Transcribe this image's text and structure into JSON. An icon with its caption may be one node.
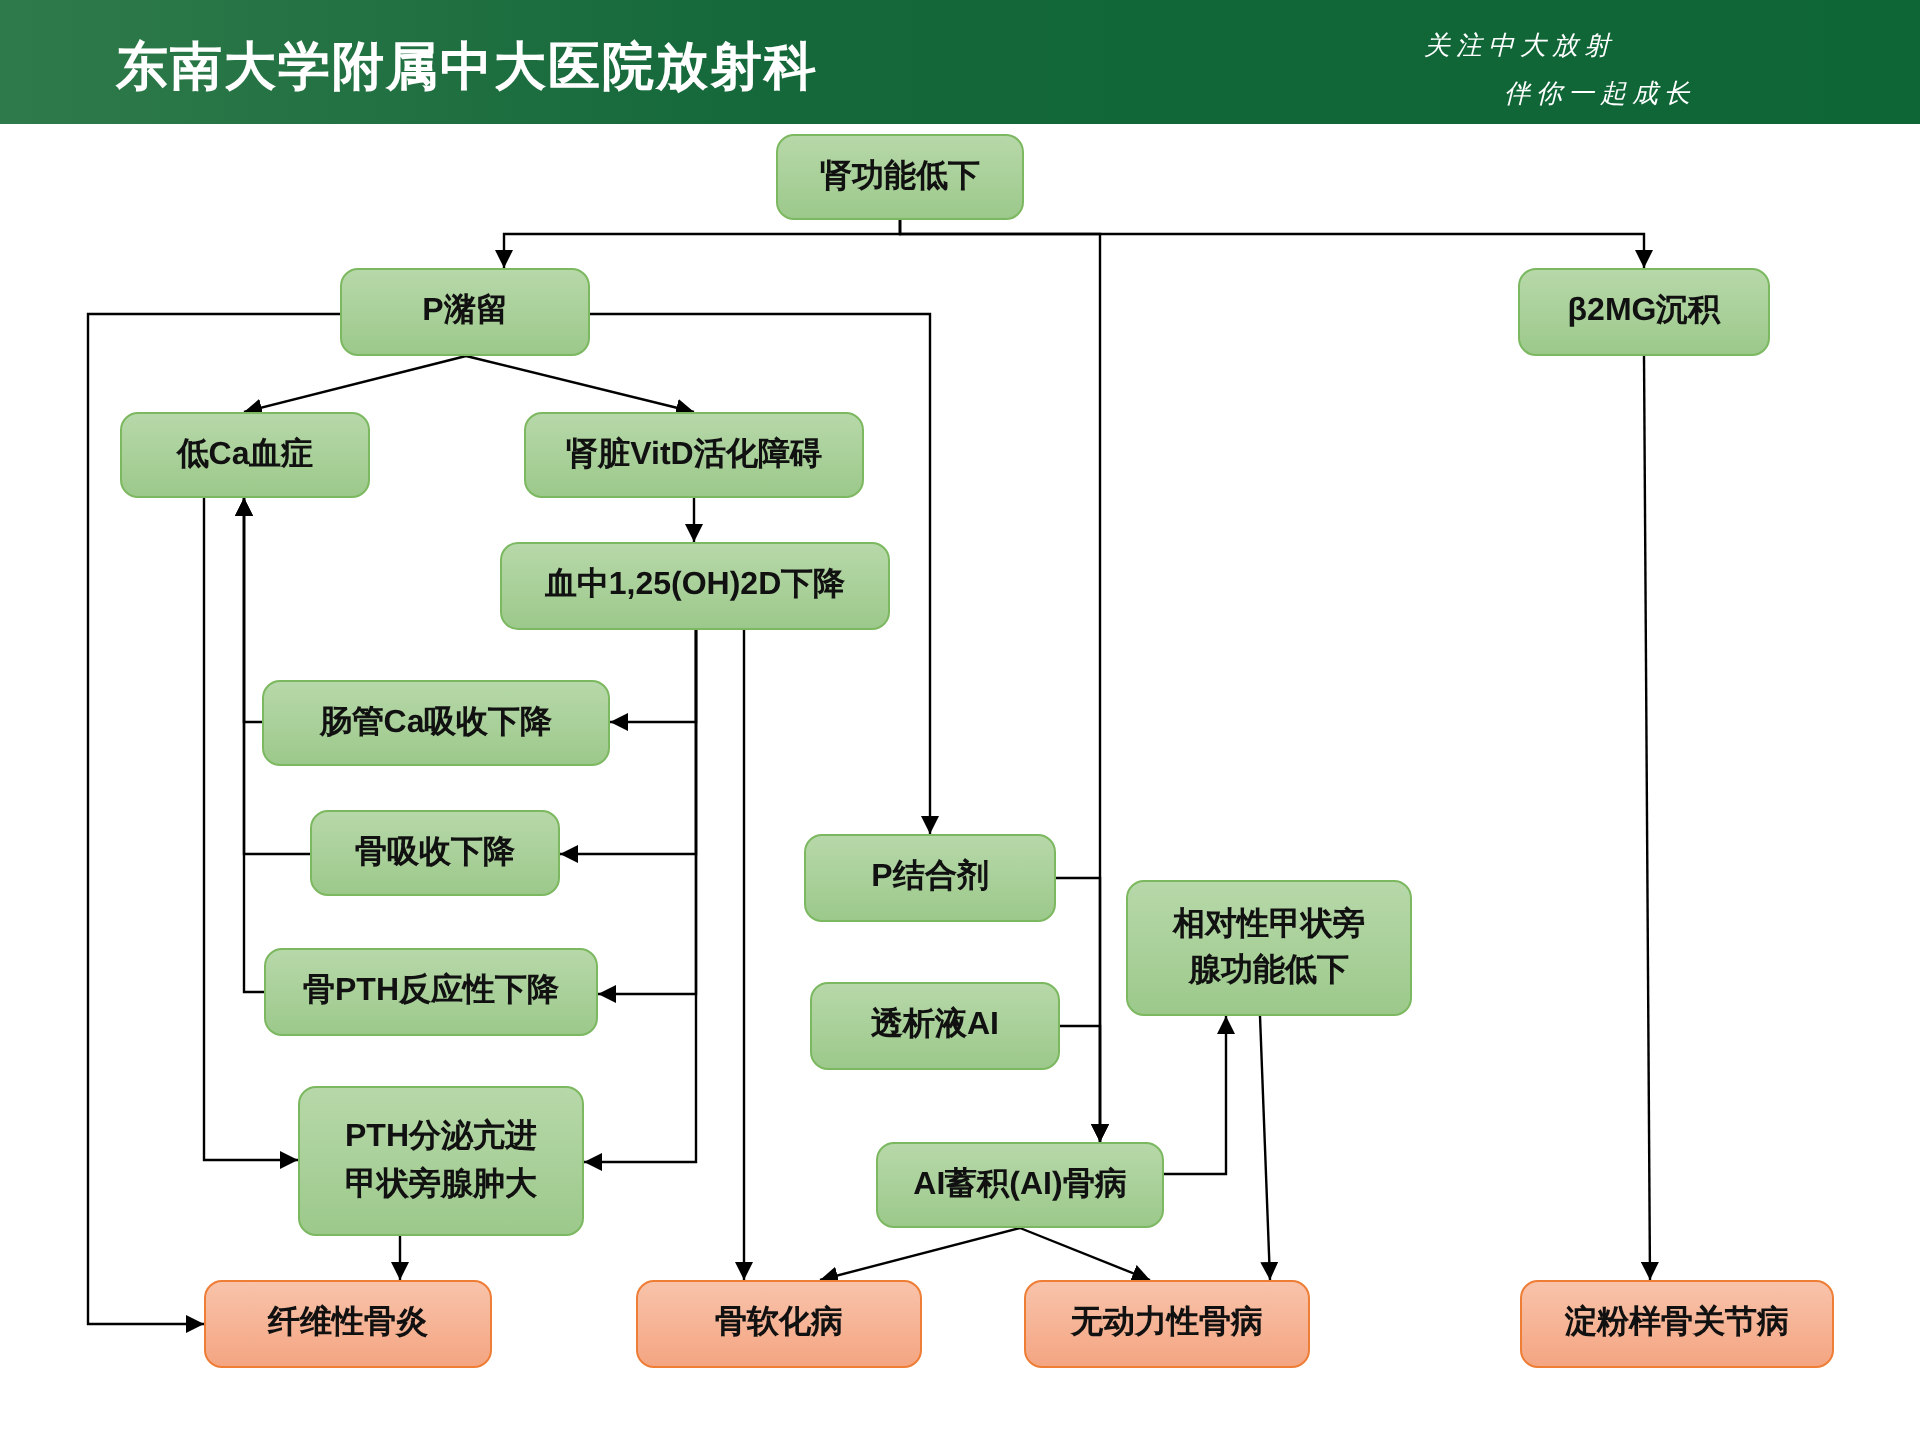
{
  "diagram": {
    "title": "东南大学附属中大医院放射科",
    "nodes": [
      {
        "text": [
          "肾功能低下"
        ]
      },
      {
        "text": [
          "P潴留"
        ]
      },
      {
        "text": [
          "β2MG沉积"
        ]
      },
      {
        "text": [
          "低Ca血症"
        ]
      },
      {
        "text": [
          "肾脏VitD活化障碍"
        ]
      },
      {
        "text": [
          "血中1,25(OH)2D下降"
        ]
      },
      {
        "text": [
          "肠管Ca吸收下降"
        ]
      },
      {
        "text": [
          "骨吸收下降"
        ]
      },
      {
        "text": [
          "P结合剂"
        ]
      },
      {
        "text": [
          "相对性甲状旁腺功能低下"
        ]
      },
      {
        "text": [
          "骨PTH反应性下降"
        ]
      },
      {
        "text": [
          "透析液AI"
        ]
      },
      {
        "text": [
          "PTH分泌亢进",
          "甲状旁腺肿大"
        ]
      },
      {
        "text": [
          "AI蓄积(AI)骨病"
        ]
      },
      {
        "text": [
          "纤维性骨炎"
        ]
      },
      {
        "text": [
          "骨软化病"
        ]
      },
      {
        "text": [
          "无动力性骨病"
        ]
      },
      {
        "text": [
          "淀粉样骨关节病"
        ]
      }
    ],
    "edges": [
      {
        "from": 0,
        "to": 1,
        "arrow": "to"
      },
      {
        "from": 0,
        "to": 2,
        "arrow": "to"
      },
      {
        "from": 0,
        "to": 13,
        "arrow": "to"
      },
      {
        "from": 1,
        "to": 3,
        "arrow": "to"
      },
      {
        "from": 1,
        "to": 4,
        "arrow": "to"
      },
      {
        "from": 1,
        "to": 14,
        "arrow": "to"
      },
      {
        "from": 1,
        "to": 8,
        "arrow": "to"
      },
      {
        "from": 4,
        "to": 5,
        "arrow": "to"
      },
      {
        "from": 5,
        "to": 6,
        "arrow": "to"
      },
      {
        "from": 5,
        "to": 7,
        "arrow": "to"
      },
      {
        "from": 5,
        "to": 10,
        "arrow": "to"
      },
      {
        "from": 5,
        "to": 12,
        "arrow": "to"
      },
      {
        "from": 5,
        "to": 15,
        "arrow": "to"
      },
      {
        "from": 6,
        "to": 3,
        "arrow": "to"
      },
      {
        "from": 7,
        "to": 3,
        "arrow": "to"
      },
      {
        "from": 10,
        "to": 3,
        "arrow": "to"
      },
      {
        "from": 3,
        "to": 12,
        "arrow": "to"
      },
      {
        "from": 12,
        "to": 14,
        "arrow": "to"
      },
      {
        "from": 8,
        "to": 13,
        "arrow": "to"
      },
      {
        "from": 11,
        "to": 13,
        "arrow": "to"
      },
      {
        "from": 13,
        "to": 9,
        "arrow": "to"
      },
      {
        "from": 13,
        "to": 15,
        "arrow": "to"
      },
      {
        "from": 13,
        "to": 16,
        "arrow": "to"
      },
      {
        "from": 9,
        "to": 16,
        "arrow": "to"
      },
      {
        "from": 2,
        "to": 17,
        "arrow": "to"
      }
    ],
    "labels": [
      "关注中大放射",
      "伴你一起成长"
    ]
  }
}
